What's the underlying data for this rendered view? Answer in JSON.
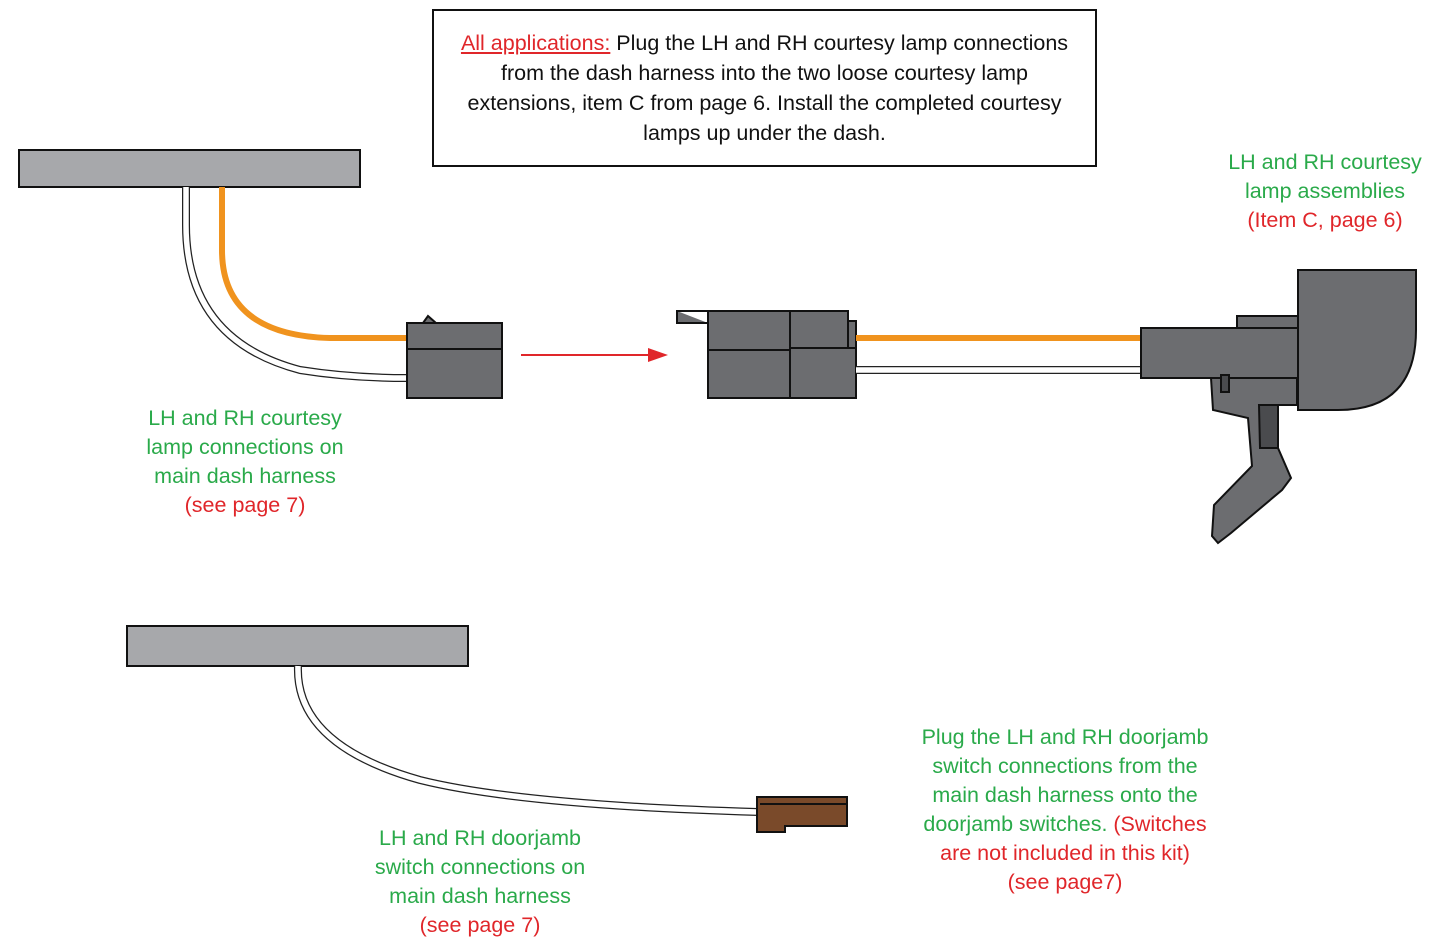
{
  "instruction_box": {
    "lead": "All applications:",
    "text": " Plug the LH and RH courtesy lamp connections from the dash harness into the two loose courtesy lamp extensions, item C from page 6. Install the completed courtesy lamps up under the dash."
  },
  "labels": {
    "courtesy_lamp_assemblies": {
      "line1": "LH and RH courtesy",
      "line2": "lamp assemblies",
      "ref": "(Item C, page 6)"
    },
    "courtesy_connections": {
      "line1": "LH and RH courtesy",
      "line2": "lamp connections on",
      "line3": "main dash harness",
      "ref": "(see page 7)"
    },
    "doorjamb_connections": {
      "line1": "LH and RH doorjamb",
      "line2": "switch connections on",
      "line3": "main dash harness",
      "ref": "(see page 7)"
    },
    "doorjamb_instruction": {
      "line1": "Plug the LH and RH doorjamb",
      "line2": "switch connections from the",
      "line3": "main dash harness onto the",
      "line4_green": "doorjamb switches.",
      "line4_red": " (Switches",
      "line5": "are not included in this kit)",
      "ref": "(see page7)"
    }
  },
  "colors": {
    "harness_gray": "#a7a8ab",
    "connector_gray": "#6c6d70",
    "wire_orange": "#f0931e",
    "connector_brown": "#7a4a2a",
    "label_green": "#2aaa4a",
    "reference_red": "#e0262a"
  }
}
